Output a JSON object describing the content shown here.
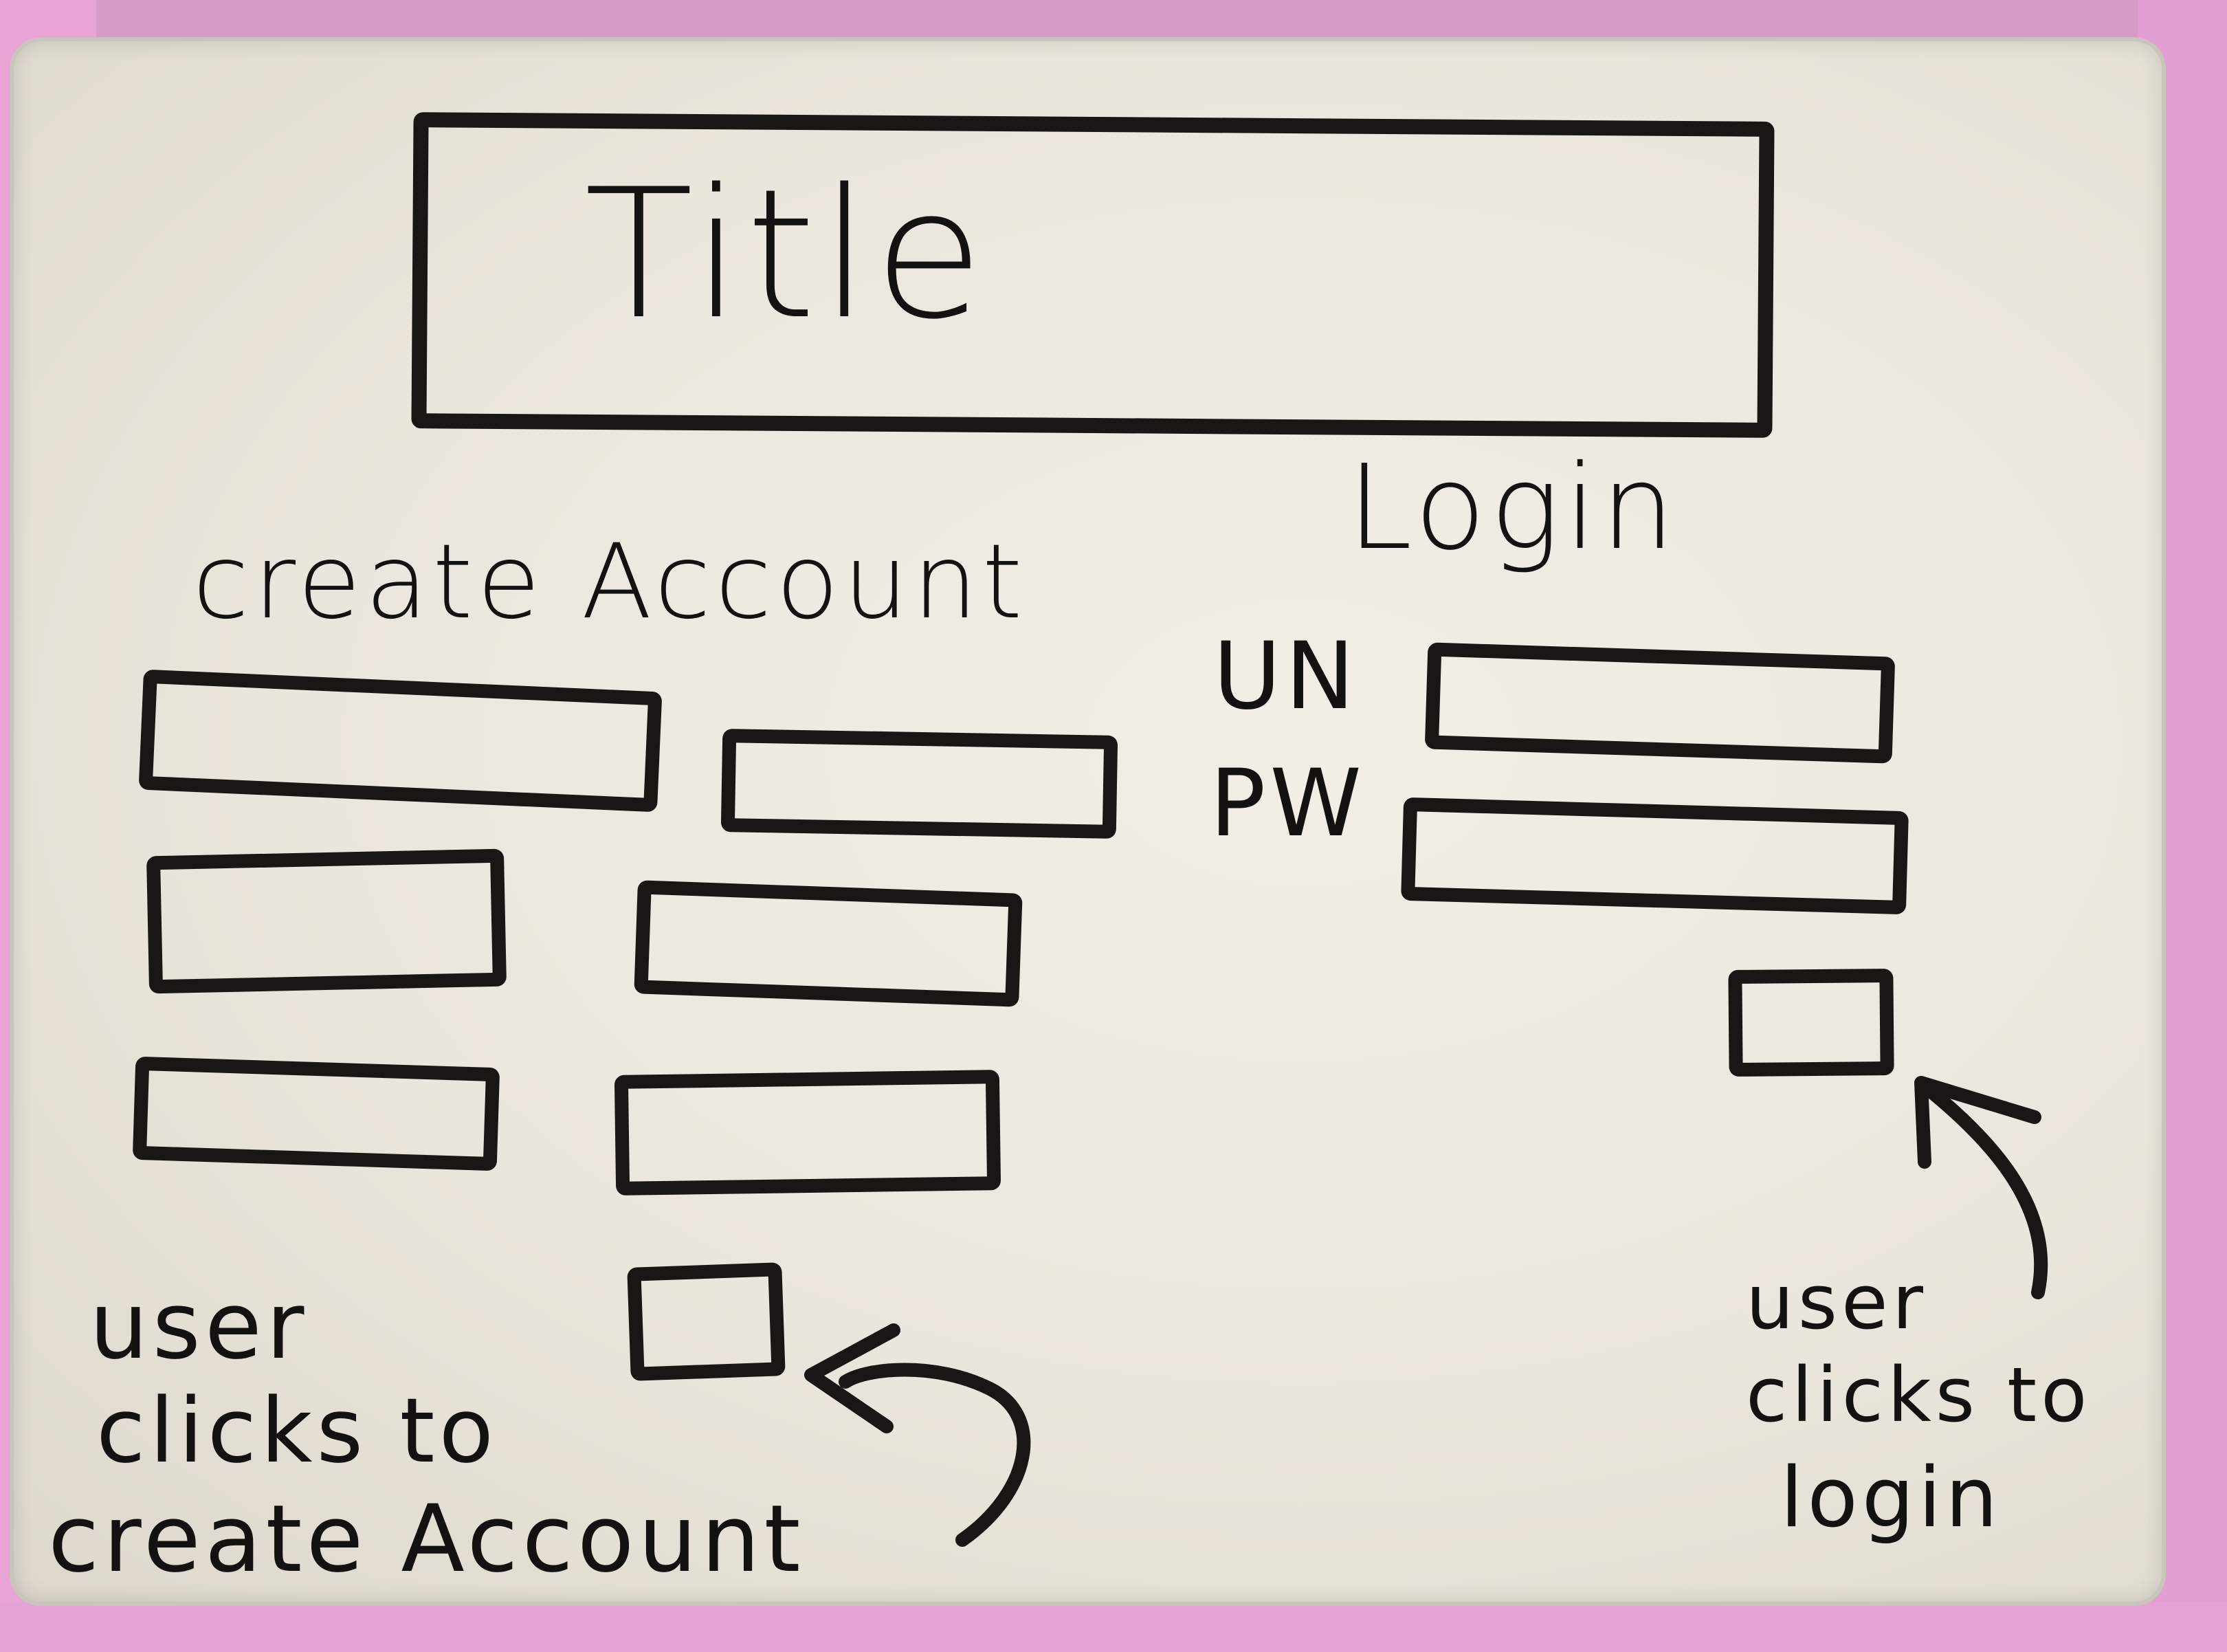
{
  "sketch": {
    "title": "Title",
    "create_account": {
      "heading": "create Account",
      "note": [
        "user",
        "clicks to",
        "create Account"
      ]
    },
    "login": {
      "heading": "Login",
      "username_label": "UN",
      "password_label": "PW",
      "note": [
        "user",
        "clicks to",
        "login"
      ]
    }
  },
  "colors": {
    "marker": "#1a1614",
    "board": "#efebe3",
    "frame": "#e7a4d5"
  }
}
